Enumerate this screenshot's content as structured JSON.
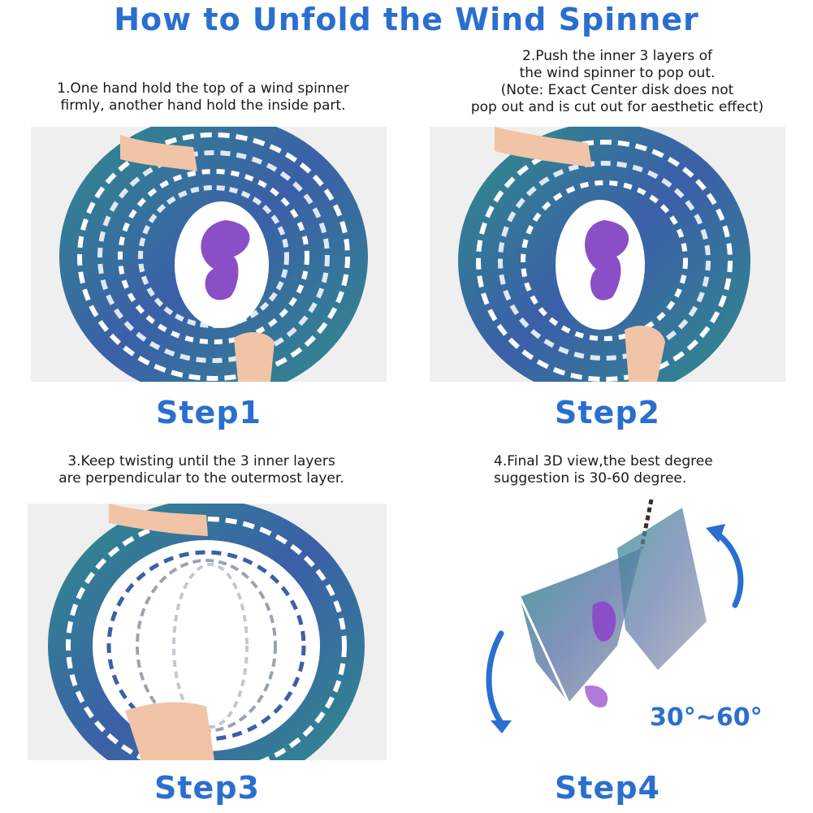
{
  "title": "How to Unfold the Wind Spinner",
  "steps": [
    {
      "caption_lines": [
        "1.One hand hold the top of a wind spinner",
        "firmly, another hand hold the inside part."
      ],
      "label": "Step1",
      "photo": "wind-spinner-flat-hands-holding"
    },
    {
      "caption_lines": [
        "2.Push the inner 3 layers of",
        "the wind spinner to pop out.",
        "(Note: Exact Center disk does not",
        "pop out and is cut out for aesthetic effect)"
      ],
      "label": "Step2",
      "photo": "wind-spinner-inner-layers-push"
    },
    {
      "caption_lines": [
        "3.Keep twisting until the 3 inner layers",
        "are perpendicular to the outermost layer."
      ],
      "label": "Step3",
      "photo": "wind-spinner-twisted-layers"
    },
    {
      "caption_lines": [
        "4.Final 3D view,the best degree",
        "suggestion is 30-60 degree."
      ],
      "label": "Step4",
      "photo": "wind-spinner-3d-hanging",
      "angle_text": "30°~60°"
    }
  ],
  "colors": {
    "accent": "#2a6fcf",
    "text": "#1a1a1a",
    "photo_bg": "#efefef",
    "spinner_teal": "#2f8f8a",
    "spinner_blue": "#3b5fa8",
    "butterfly_purple": "#8a4fc7",
    "skin": "#f1c4a8"
  },
  "icons": {
    "rotate_up_arrow": "curved-arrow-up-icon",
    "rotate_down_arrow": "curved-arrow-down-icon"
  }
}
